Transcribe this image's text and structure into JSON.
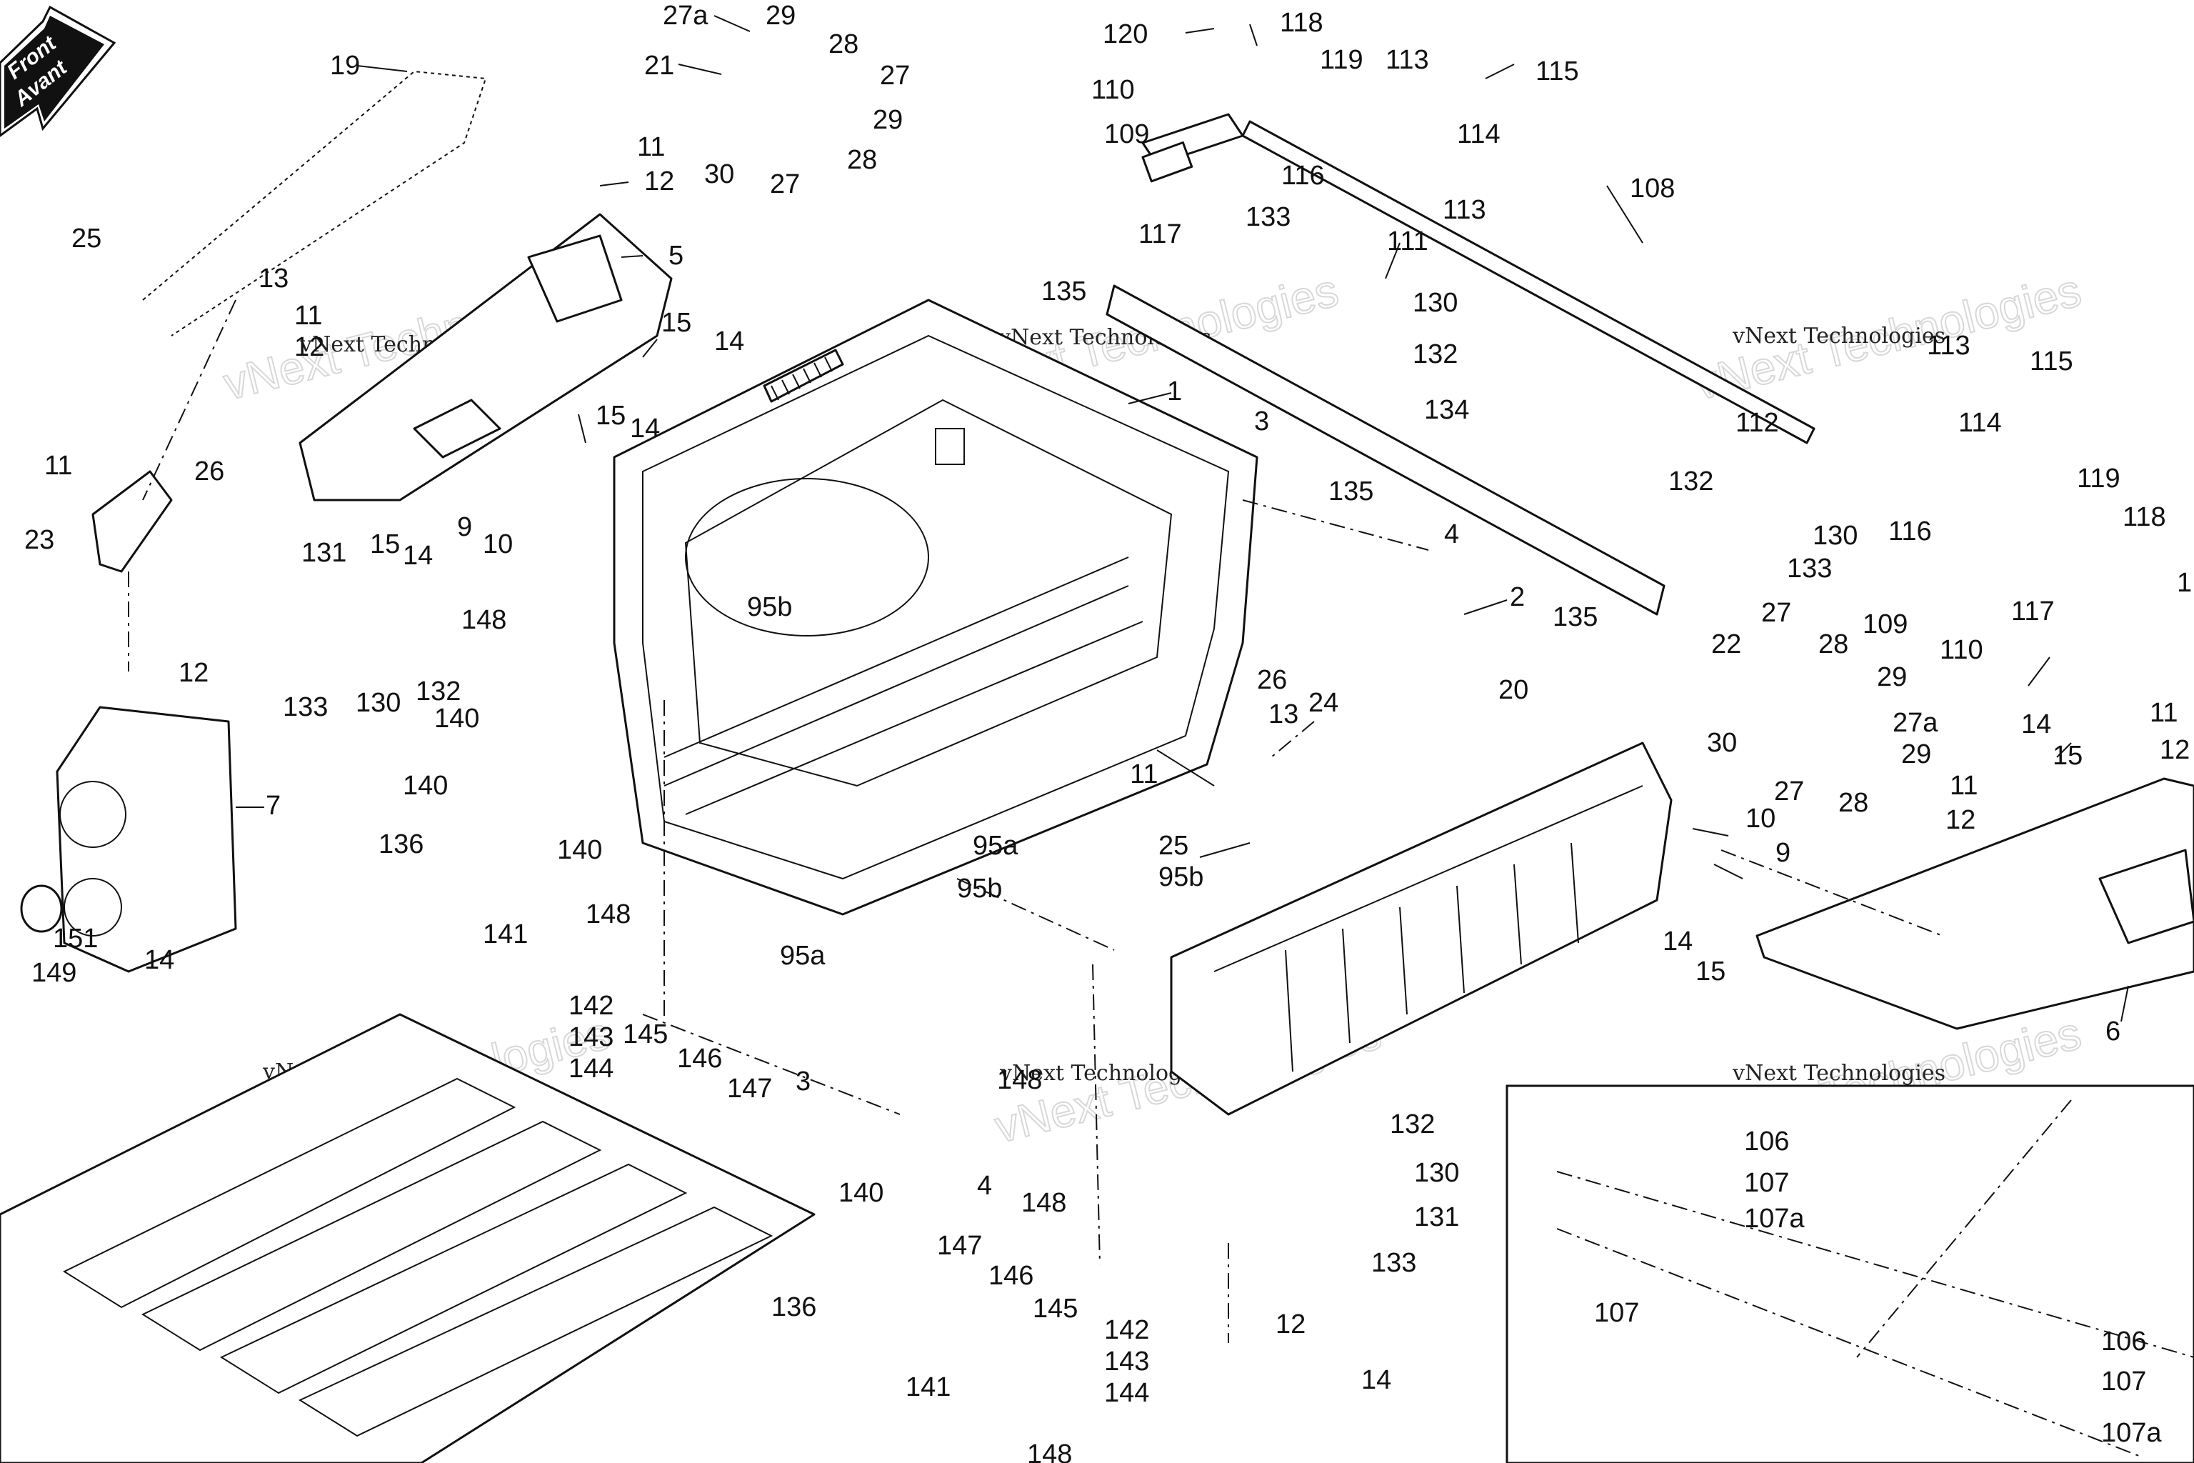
{
  "badge": {
    "line1": "Front",
    "line2": "Avant"
  },
  "watermarks": [
    {
      "text": "vNext Technologies"
    },
    {
      "text": "vNext Technologies"
    },
    {
      "text": "vNext Technologies"
    },
    {
      "text": "vNext Technologies"
    },
    {
      "text": "vNext Technologies"
    },
    {
      "text": "vNext Technologies"
    }
  ],
  "callouts": [
    "19",
    "27a",
    "29",
    "28",
    "21",
    "27",
    "29",
    "30",
    "27",
    "28",
    "120",
    "118",
    "119",
    "110",
    "109",
    "113",
    "115",
    "114",
    "116",
    "113",
    "133",
    "111",
    "117",
    "108",
    "130",
    "132",
    "11",
    "12",
    "5",
    "25",
    "13",
    "11",
    "12",
    "15",
    "14",
    "15",
    "14",
    "11",
    "26",
    "23",
    "15",
    "14",
    "9",
    "10",
    "131",
    "133",
    "130",
    "132",
    "140",
    "148",
    "95b",
    "12",
    "7",
    "151",
    "149",
    "14",
    "140",
    "136",
    "140",
    "141",
    "148",
    "135",
    "1",
    "3",
    "134",
    "135",
    "4",
    "2",
    "135",
    "20",
    "113",
    "115",
    "112",
    "114",
    "132",
    "130",
    "116",
    "133",
    "119",
    "118",
    "1",
    "109",
    "110",
    "117",
    "27",
    "22",
    "28",
    "29",
    "27a",
    "30",
    "29",
    "27",
    "28",
    "14",
    "15",
    "11",
    "12",
    "11",
    "12",
    "10",
    "9",
    "14",
    "15",
    "6",
    "26",
    "13",
    "24",
    "11",
    "25",
    "95b",
    "95a",
    "95b",
    "95a",
    "142",
    "143",
    "144",
    "145",
    "146",
    "147",
    "3",
    "148",
    "4",
    "148",
    "132",
    "130",
    "131",
    "133",
    "140",
    "136",
    "141",
    "147",
    "146",
    "145",
    "142",
    "143",
    "144",
    "12",
    "14",
    "148",
    "106",
    "107",
    "107a",
    "107",
    "106",
    "107",
    "107a"
  ]
}
